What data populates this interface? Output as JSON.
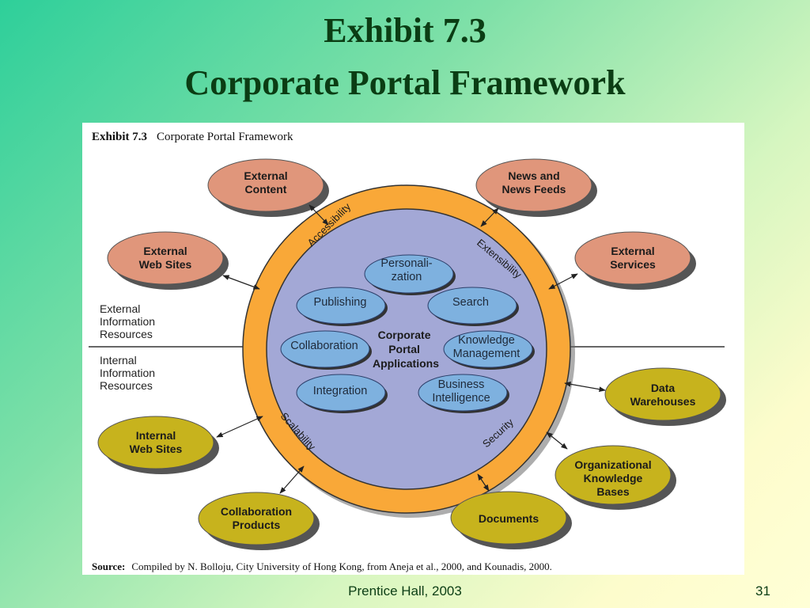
{
  "slide": {
    "title_line1": "Exhibit 7.3",
    "title_line2": "Corporate Portal Framework",
    "footer_center": "Prentice Hall, 2003",
    "page_number": "31"
  },
  "figure": {
    "header_bold": "Exhibit 7.3",
    "header_text": "Corporate Portal Framework",
    "source_label": "Source:",
    "source_text": "Compiled by N. Bolloju, City University of Hong Kong, from Aneja et al., 2000, and Kounadis, 2000.",
    "external_label": [
      "External",
      "Information",
      "Resources"
    ],
    "internal_label": [
      "Internal",
      "Information",
      "Resources"
    ],
    "center_label": [
      "Corporate",
      "Portal",
      "Applications"
    ],
    "ring_labels": {
      "accessibility": "Accessibility",
      "extensibility": "Extensibility",
      "scalability": "Scalability",
      "security": "Security"
    },
    "inner_apps": {
      "personalization": [
        "Personali-",
        "zation"
      ],
      "publishing": [
        "Publishing"
      ],
      "search": [
        "Search"
      ],
      "collaboration": [
        "Collaboration"
      ],
      "knowledge_management": [
        "Knowledge",
        "Management"
      ],
      "integration": [
        "Integration"
      ],
      "business_intelligence": [
        "Business",
        "Intelligence"
      ]
    },
    "external_resources": {
      "external_content": [
        "External",
        "Content"
      ],
      "news_feeds": [
        "News and",
        "News Feeds"
      ],
      "external_web_sites": [
        "External",
        "Web Sites"
      ],
      "external_services": [
        "External",
        "Services"
      ]
    },
    "internal_resources": {
      "data_warehouses": [
        "Data",
        "Warehouses"
      ],
      "internal_web_sites": [
        "Internal",
        "Web Sites"
      ],
      "org_knowledge_bases": [
        "Organizational",
        "Knowledge",
        "Bases"
      ],
      "collaboration_products": [
        "Collaboration",
        "Products"
      ],
      "documents": [
        "Documents"
      ]
    },
    "colors": {
      "external_node": "#e0967b",
      "internal_node": "#c7b31d",
      "outer_ring": "#f9a838",
      "inner_circle": "#a3a8d6",
      "inner_app": "#7eb1df"
    }
  }
}
